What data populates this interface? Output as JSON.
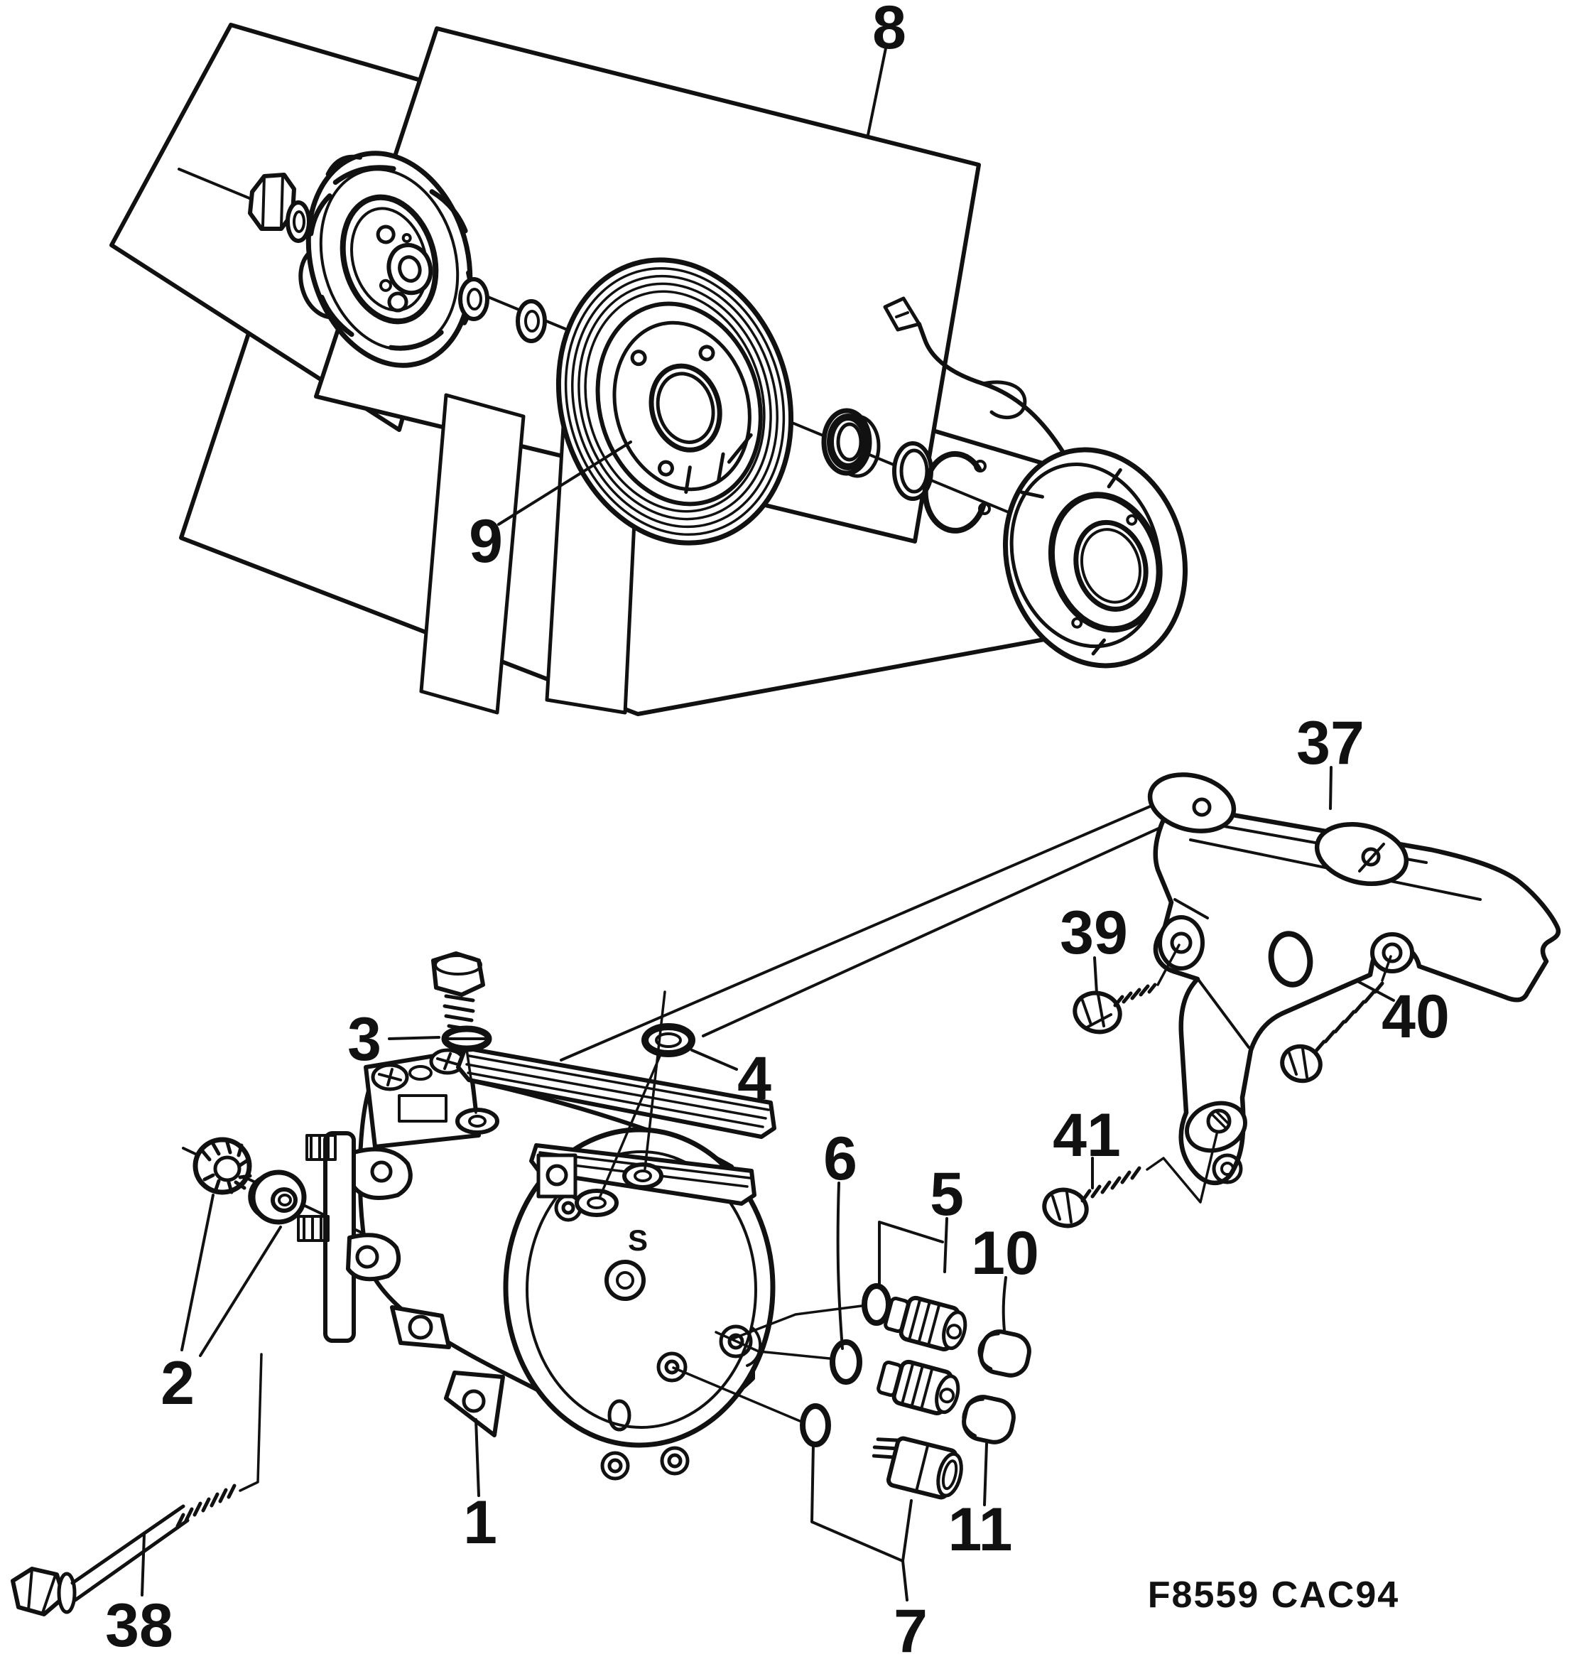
{
  "figure": {
    "code": "F8559 CAC94",
    "background": "#ffffff",
    "ink": "#111111"
  },
  "markings": {
    "compressor_face_letter": "S"
  },
  "callouts": {
    "c1": "1",
    "c2": "2",
    "c3": "3",
    "c4": "4",
    "c5": "5",
    "c6": "6",
    "c7": "7",
    "c8": "8",
    "c9": "9",
    "c10": "10",
    "c11": "11",
    "c37": "37",
    "c38": "38",
    "c39": "39",
    "c40": "40",
    "c41": "41"
  }
}
